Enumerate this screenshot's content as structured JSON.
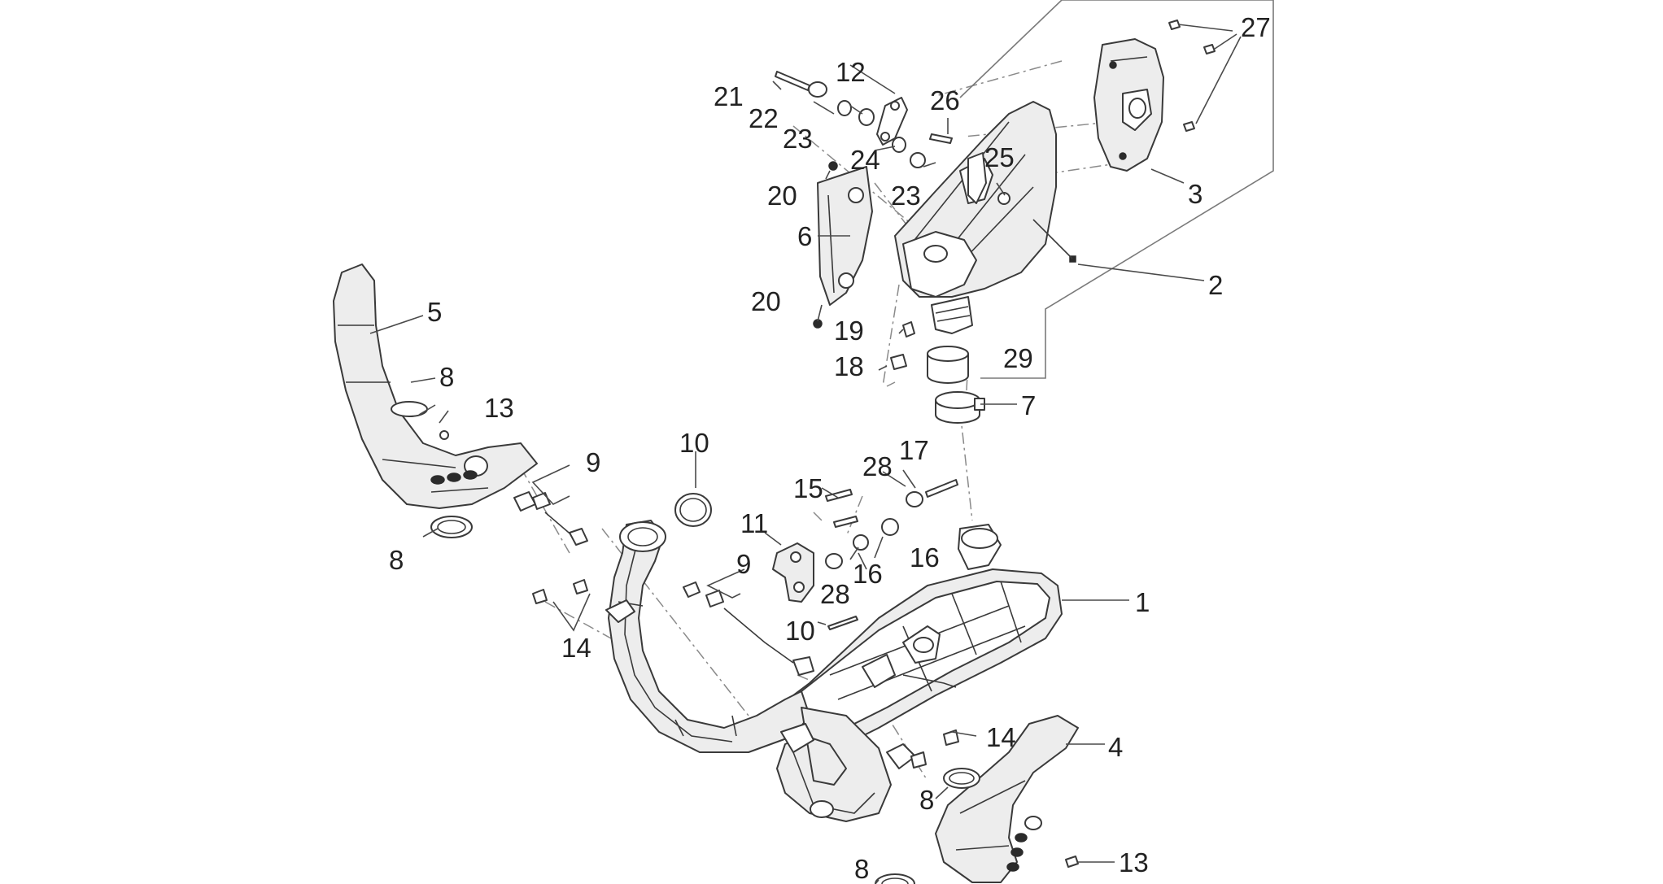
{
  "callouts": {
    "c1": "1",
    "c2": "2",
    "c3": "3",
    "c4": "4",
    "c5": "5",
    "c6": "6",
    "c7": "7",
    "c8a": "8",
    "c8b": "8",
    "c8c": "8",
    "c8d": "8",
    "c9a": "9",
    "c9b": "9",
    "c10a": "10",
    "c10b": "10",
    "c11": "11",
    "c12": "12",
    "c13a": "13",
    "c13b": "13",
    "c14a": "14",
    "c14b": "14",
    "c15": "15",
    "c16a": "16",
    "c16b": "16",
    "c17": "17",
    "c18": "18",
    "c19": "19",
    "c20a": "20",
    "c20b": "20",
    "c21": "21",
    "c22": "22",
    "c23a": "23",
    "c23b": "23",
    "c24": "24",
    "c25": "25",
    "c26": "26",
    "c27": "27",
    "c28a": "28",
    "c28b": "28",
    "c29": "29"
  }
}
